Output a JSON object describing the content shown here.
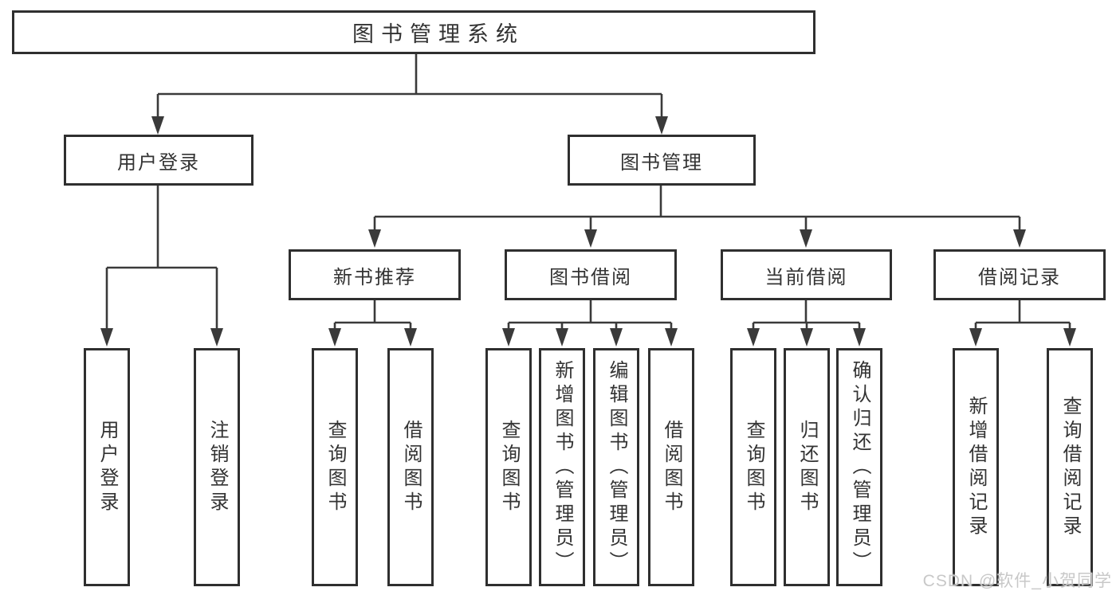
{
  "colors": {
    "background": "#ffffff",
    "box_border": "#2f2f2f",
    "line": "#3a3a3a",
    "text": "#333333",
    "watermark_text": "#c8c8c8"
  },
  "diagram": {
    "root": {
      "label": "图书管理系统"
    },
    "level2": [
      {
        "label": "用户登录"
      },
      {
        "label": "图书管理"
      }
    ],
    "level3": [
      {
        "label": "新书推荐"
      },
      {
        "label": "图书借阅"
      },
      {
        "label": "当前借阅"
      },
      {
        "label": "借阅记录"
      }
    ],
    "leaves": {
      "user_login": [
        {
          "label": "用户登录"
        },
        {
          "label": "注销登录"
        }
      ],
      "new_book_rec": [
        {
          "label": "查询图书"
        },
        {
          "label": "借阅图书"
        }
      ],
      "book_borrow": [
        {
          "label": "查询图书"
        },
        {
          "label": "新增图书（管理员）"
        },
        {
          "label": "编辑图书（管理员）"
        },
        {
          "label": "借阅图书"
        }
      ],
      "current_borrow": [
        {
          "label": "查询图书"
        },
        {
          "label": "归还图书"
        },
        {
          "label": "确认归还（管理员）"
        }
      ],
      "borrow_records": [
        {
          "label": "新增借阅记录"
        },
        {
          "label": "查询借阅记录"
        }
      ]
    }
  },
  "watermark": {
    "text": "CSDN @软件_小贺同学"
  }
}
